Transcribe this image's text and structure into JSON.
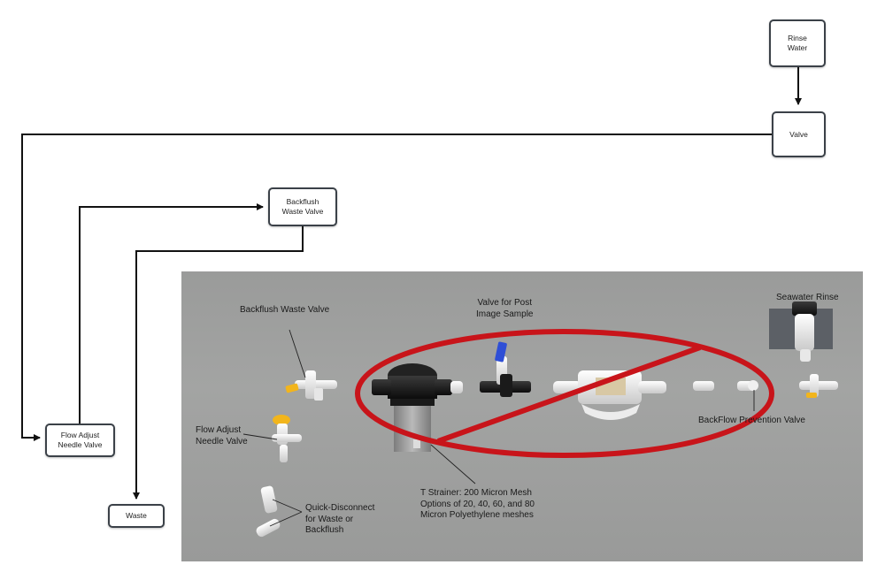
{
  "flowchart": {
    "nodes": {
      "rinse_water": "Rinse\nWater",
      "valve": "Valve",
      "backflush_waste_valve": "Backflush\nWaste Valve",
      "flow_adjust_needle_valve": "Flow Adjust\nNeedle Valve",
      "waste": "Waste"
    },
    "edges": [
      {
        "from": "Rinse Water",
        "to": "Valve"
      },
      {
        "from": "Valve",
        "to": "Flow Adjust Needle Valve"
      },
      {
        "from": "Flow Adjust Needle Valve",
        "to": "Backflush Waste Valve"
      },
      {
        "from": "Backflush Waste Valve",
        "to": "Waste"
      }
    ]
  },
  "photo": {
    "labels": {
      "backflush_waste_valve": "Backflush Waste Valve",
      "flow_adjust_needle_valve": "Flow Adjust\nNeedle Valve",
      "quick_disconnect": "Quick-Disconnect\nfor Waste or\nBackflush",
      "valve_post_image_sample": "Valve for Post\nImage Sample",
      "t_strainer": "T Strainer: 200 Micron Mesh\nOptions of 20, 40, 60, and 80\nMicron Polyethylene meshes",
      "seawater_rinse": "Seawater Rinse",
      "backflow_prevention_valve": "BackFlow Prevention Valve"
    },
    "colors": {
      "background": "#9e9f9e",
      "prohibition_mark": "#c8141a",
      "valve_handle": "#f2b51c",
      "ball_valve_handle": "#2f4fd6"
    }
  }
}
